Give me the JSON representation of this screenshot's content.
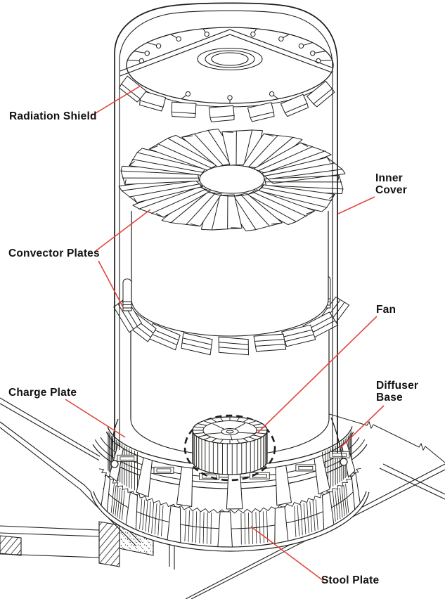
{
  "diagram": {
    "kind": "technical-line-diagram",
    "background_color": "#ffffff",
    "line_color": "#1d1d1b",
    "leader_line_color": "#e2463d",
    "label_text_color": "#111111"
  },
  "labels": {
    "radiation_shield": "Radiation Shield",
    "inner_cover": "Inner Cover",
    "convector_plates": "Convector Plates",
    "fan": "Fan",
    "charge_plate": "Charge Plate",
    "diffuser_base": "Diffuser Base",
    "stool_plate": "Stool Plate"
  }
}
